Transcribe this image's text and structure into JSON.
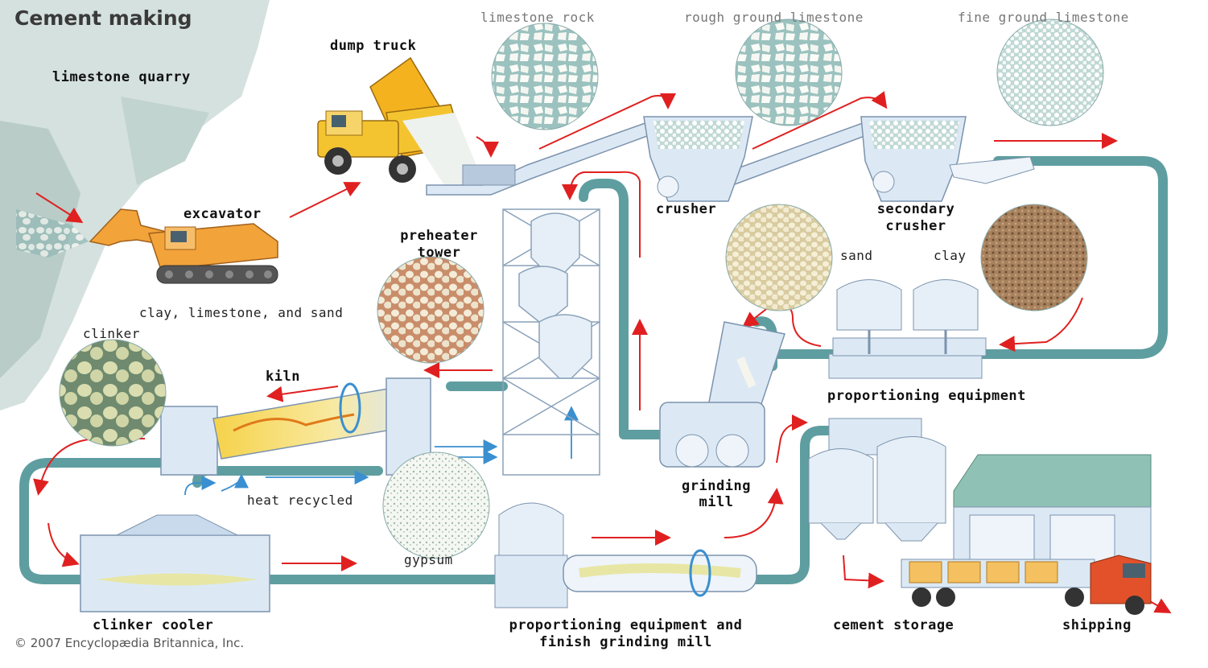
{
  "title": "Cement making",
  "copyright": "© 2007 Encyclopædia Britannica, Inc.",
  "labels": {
    "limestone_rock": "limestone rock",
    "rough_ground": "rough ground limestone",
    "fine_ground": "fine ground limestone",
    "dump_truck": "dump truck",
    "limestone_quarry": "limestone quarry",
    "excavator": "excavator",
    "crusher": "crusher",
    "secondary_crusher_1": "secondary",
    "secondary_crusher_2": "crusher",
    "preheater_1": "preheater",
    "preheater_2": "tower",
    "sand": "sand",
    "clay": "clay",
    "clay_limestone_sand": "clay, limestone, and sand",
    "clinker": "clinker",
    "kiln": "kiln",
    "proportioning_equipment": "proportioning equipment",
    "grinding_mill_1": "grinding",
    "grinding_mill_2": "mill",
    "heat_recycled": "heat recycled",
    "gypsum": "gypsum",
    "clinker_cooler": "clinker cooler",
    "finish_mill_1": "proportioning equipment and",
    "finish_mill_2": "finish grinding mill",
    "cement_storage": "cement storage",
    "shipping": "shipping"
  },
  "colors": {
    "pipe": "#5f9ea0",
    "equipment": "#dce9f5",
    "equipment_stroke": "#7c93ad",
    "arrow": "#e02020",
    "machine_orange": "#f2a33a",
    "truck_yellow": "#f4c430",
    "cab_red": "#e2512a",
    "quarry": "#c9d6d3"
  }
}
